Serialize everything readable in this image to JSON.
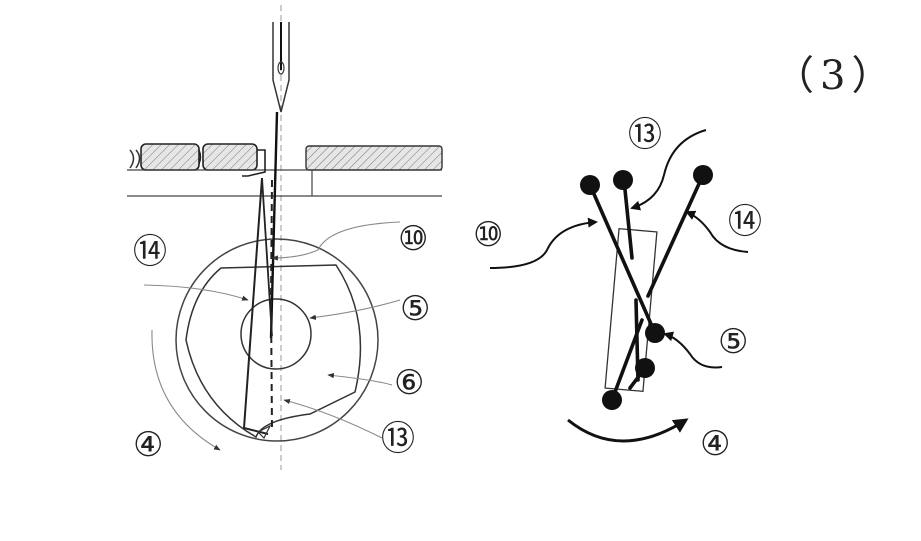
{
  "figure_label": "（3）",
  "left_view": {
    "labels": {
      "l14": "⑭",
      "l10": "⑩",
      "l5": "⑤",
      "l6": "⑥",
      "l13": "⑬",
      "l4": "④"
    }
  },
  "right_view": {
    "labels": {
      "l13": "⑬",
      "l10": "⑩",
      "l14": "⑭",
      "l5": "⑤",
      "l4": "④"
    }
  },
  "colors": {
    "ink": "#111111",
    "hatch_fill": "#d9d9d9",
    "thin_line": "#888888"
  }
}
